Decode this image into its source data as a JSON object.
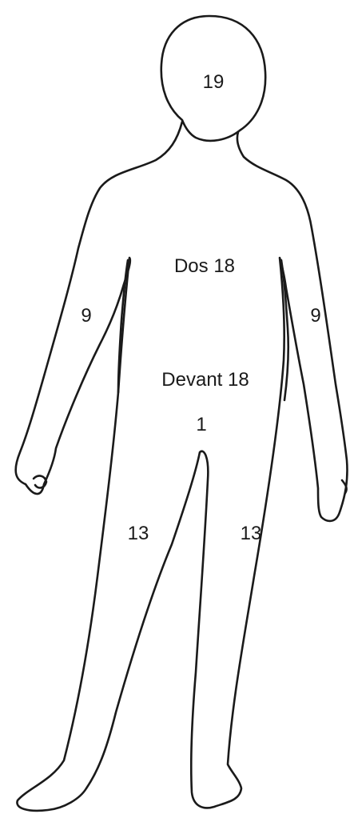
{
  "labels": {
    "head": "19",
    "back": "Dos 18",
    "arm_right_side": "9",
    "arm_left_side": "9",
    "front": "Devant 18",
    "genital": "1",
    "leg_right_side": "13",
    "leg_left_side": "13"
  },
  "colors": {
    "background": "#ffffff",
    "outline": "#1a1a1a",
    "text": "#1a1a1a"
  }
}
